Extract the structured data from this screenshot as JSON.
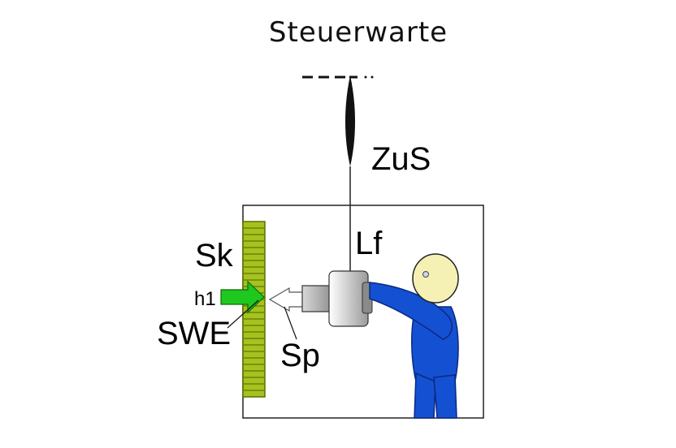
{
  "title": "Steuerwarte",
  "labels": {
    "zus": "ZuS",
    "lf": "Lf",
    "sk": "Sk",
    "h1": "h1",
    "swe": "SWE",
    "sp": "Sp"
  },
  "colors": {
    "strip_fill": "#a6c21e",
    "strip_line": "#5a6e00",
    "arrow_green": "#1ec81e",
    "figure_blue": "#1450d2",
    "head_fill": "#f5f0b4",
    "device_gray": "#b4b4b4"
  }
}
